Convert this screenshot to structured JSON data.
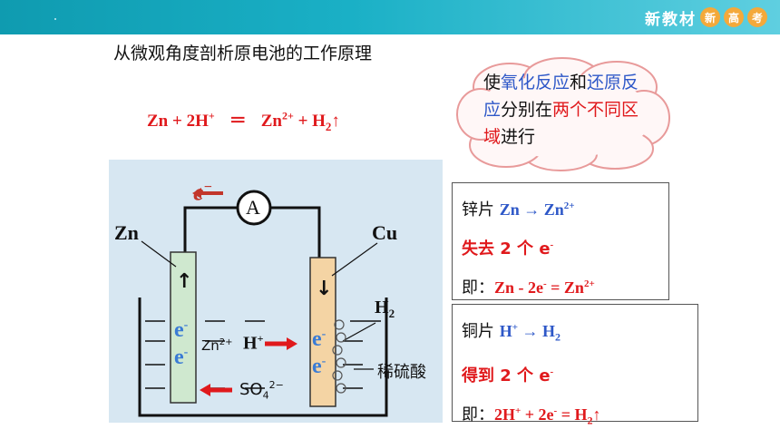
{
  "header": {
    "brand_text": "新教材",
    "brand_badges": [
      "新",
      "高",
      "考"
    ]
  },
  "title": "从微观角度剖析原电池的工作原理",
  "equation": {
    "left": "Zn + 2H",
    "left_sup": "+",
    "equals": "＝",
    "right_a": "Zn",
    "right_a_sup": "2+",
    "right_b": " + H",
    "right_b_sub": "2",
    "arrow": "↑"
  },
  "cloud": {
    "p1": "使",
    "p2": "氧化反应",
    "p3": "和",
    "p4": "还原反应",
    "p5": "分别在",
    "p6": "两个不同区域",
    "p7": "进行"
  },
  "diagram": {
    "electron_label": "e",
    "electron_sup": "−",
    "ammeter": "A",
    "left_electrode": "Zn",
    "right_electrode": "Cu",
    "gas": "H",
    "gas_sub": "2",
    "acid": "稀硫酸",
    "zn_ion": "Zn",
    "zn_ion_sup": "2+",
    "h_ion": "H",
    "h_ion_sup": "+",
    "sulfate": "SO",
    "sulfate_sub": "4",
    "sulfate_sup": "2−",
    "electron_symbol": "e",
    "electron_symbol_sup": "-",
    "up_arrow": "↑",
    "down_arrow": "↓",
    "colors": {
      "background": "#d7e7f2",
      "zn_plate": "#cfe8cf",
      "cu_plate": "#f4d4a4",
      "arrow_red": "#e0191c",
      "electron_blue": "#3a7bd5"
    }
  },
  "box1": {
    "l1_a": "锌片 ",
    "l1_b": "Zn → Zn",
    "l1_sup": "2+",
    "l2_a": "失去 2 个 e",
    "l2_sup": "-",
    "l3_a": "即：",
    "l3_b": "Zn - 2e",
    "l3_sup1": "-",
    "l3_c": " = Zn",
    "l3_sup2": "2+"
  },
  "box2": {
    "l1_a": "铜片 ",
    "l1_b": "H",
    "l1_sup": "+",
    "l1_c": " → H",
    "l1_sub": "2",
    "l2_a": "得到 2 个 e",
    "l2_sup": "-",
    "l3_a": "即：",
    "l3_b": "2H",
    "l3_sup1": "+",
    "l3_c": " + 2e",
    "l3_sup2": "-",
    "l3_d": " = H",
    "l3_sub": "2",
    "l3_arrow": "↑"
  }
}
